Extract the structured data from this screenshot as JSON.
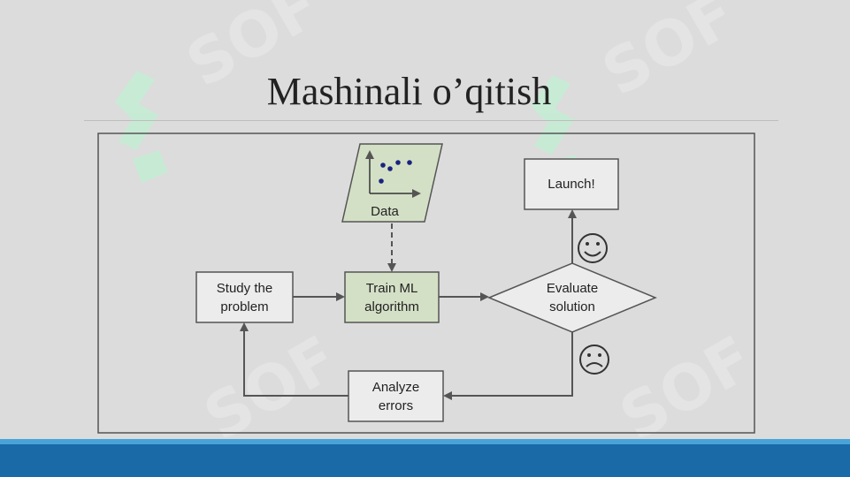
{
  "slide": {
    "title": "Mashinali o’qitish"
  },
  "diagram": {
    "nodes": {
      "data": "Data",
      "study": [
        "Study the",
        "problem"
      ],
      "train": [
        "Train ML",
        "algorithm"
      ],
      "evaluate": [
        "Evaluate",
        "solution"
      ],
      "launch": "Launch!",
      "analyze": [
        "Analyze",
        "errors"
      ]
    },
    "icons": {
      "happy": "smiley-face-icon",
      "sad": "sad-face-icon",
      "scatter": "scatter-plot-icon"
    }
  },
  "colors": {
    "highlight_fill": "#d4e0c6",
    "box_fill": "#ececec",
    "stroke": "#555555",
    "footer": "#1a6aa8",
    "watermark": "#c8ecd6"
  }
}
